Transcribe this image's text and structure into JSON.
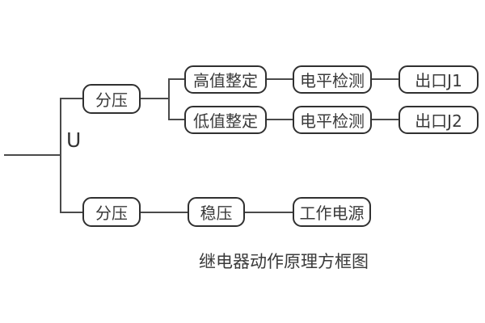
{
  "diagram": {
    "input": {
      "label": "U"
    },
    "caption": "继电器动作原理方框图",
    "nodes": {
      "divider_top": {
        "label": "分压"
      },
      "high_setting": {
        "label": "高值整定"
      },
      "level_detect_1": {
        "label": "电平检测"
      },
      "outlet_j1": {
        "label": "出口J1"
      },
      "low_setting": {
        "label": "低值整定"
      },
      "level_detect_2": {
        "label": "电平检测"
      },
      "outlet_j2": {
        "label": "出口J2"
      },
      "divider_bottom": {
        "label": "分压"
      },
      "stabilizer": {
        "label": "稳压"
      },
      "power_supply": {
        "label": "工作电源"
      }
    },
    "colors": {
      "background": "#ffffff",
      "box_border": "#303030",
      "connector_line": "#4a4a4a",
      "text": "#3a3a3a"
    }
  }
}
